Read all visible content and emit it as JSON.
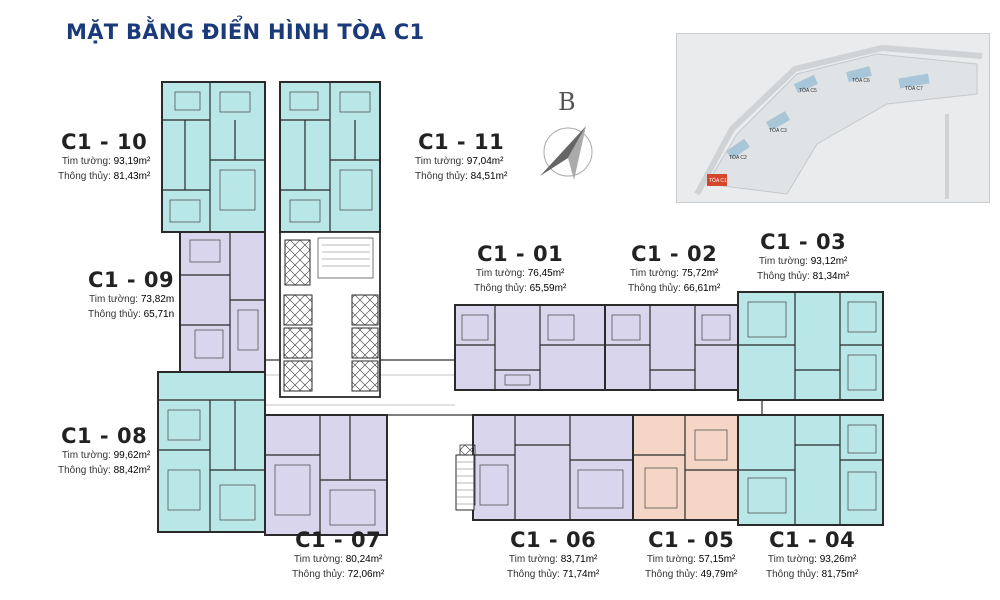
{
  "title": "MẶT BẰNG ĐIỂN HÌNH TÒA C1",
  "north_label": "B",
  "keymap": {
    "labels": [
      "TÒA C5",
      "TÒA C6",
      "TÒA C7",
      "TÒA C3",
      "TÒA C2",
      "TÒA C1"
    ],
    "highlight_color": "#d6462a"
  },
  "colors": {
    "type_a": "#b9e6e7",
    "type_b": "#d9d5ec",
    "type_c": "#f5d6c6",
    "wall": "#2a2a2a"
  },
  "units": [
    {
      "code": "C1 - 10",
      "tim_label": "Tim tường:",
      "tim": "93,19m²",
      "thong_label": "Thông thủy:",
      "thong": "81,43m²"
    },
    {
      "code": "C1 - 11",
      "tim_label": "Tim tường:",
      "tim": "97,04m²",
      "thong_label": "Thông thủy:",
      "thong": "84,51m²"
    },
    {
      "code": "C1 - 09",
      "tim_label": "Tim tường:",
      "tim": "73,82m",
      "thong_label": "Thông thủy:",
      "thong": "65,71n"
    },
    {
      "code": "C1 - 01",
      "tim_label": "Tim tường:",
      "tim": "76,45m²",
      "thong_label": "Thông thủy:",
      "thong": "65,59m²"
    },
    {
      "code": "C1 - 02",
      "tim_label": "Tim tường:",
      "tim": "75,72m²",
      "thong_label": "Thông thủy:",
      "thong": "66,61m²"
    },
    {
      "code": "C1 - 03",
      "tim_label": "Tim tường:",
      "tim": "93,12m²",
      "thong_label": "Thông thủy:",
      "thong": "81,34m²"
    },
    {
      "code": "C1 - 08",
      "tim_label": "Tim tường:",
      "tim": "99,62m²",
      "thong_label": "Thông thủy:",
      "thong": "88,42m²"
    },
    {
      "code": "C1 - 07",
      "tim_label": "Tim tường:",
      "tim": "80,24m²",
      "thong_label": "Thông thủy:",
      "thong": "72,06m²"
    },
    {
      "code": "C1 - 06",
      "tim_label": "Tim tường:",
      "tim": "83,71m²",
      "thong_label": "Thông thủy:",
      "thong": "71,74m²"
    },
    {
      "code": "C1 - 05",
      "tim_label": "Tim tường:",
      "tim": "57,15m²",
      "thong_label": "Thông thủy:",
      "thong": "49,79m²"
    },
    {
      "code": "C1 - 04",
      "tim_label": "Tim tường:",
      "tim": "93,26m²",
      "thong_label": "Thông thủy:",
      "thong": "81,75m²"
    }
  ]
}
